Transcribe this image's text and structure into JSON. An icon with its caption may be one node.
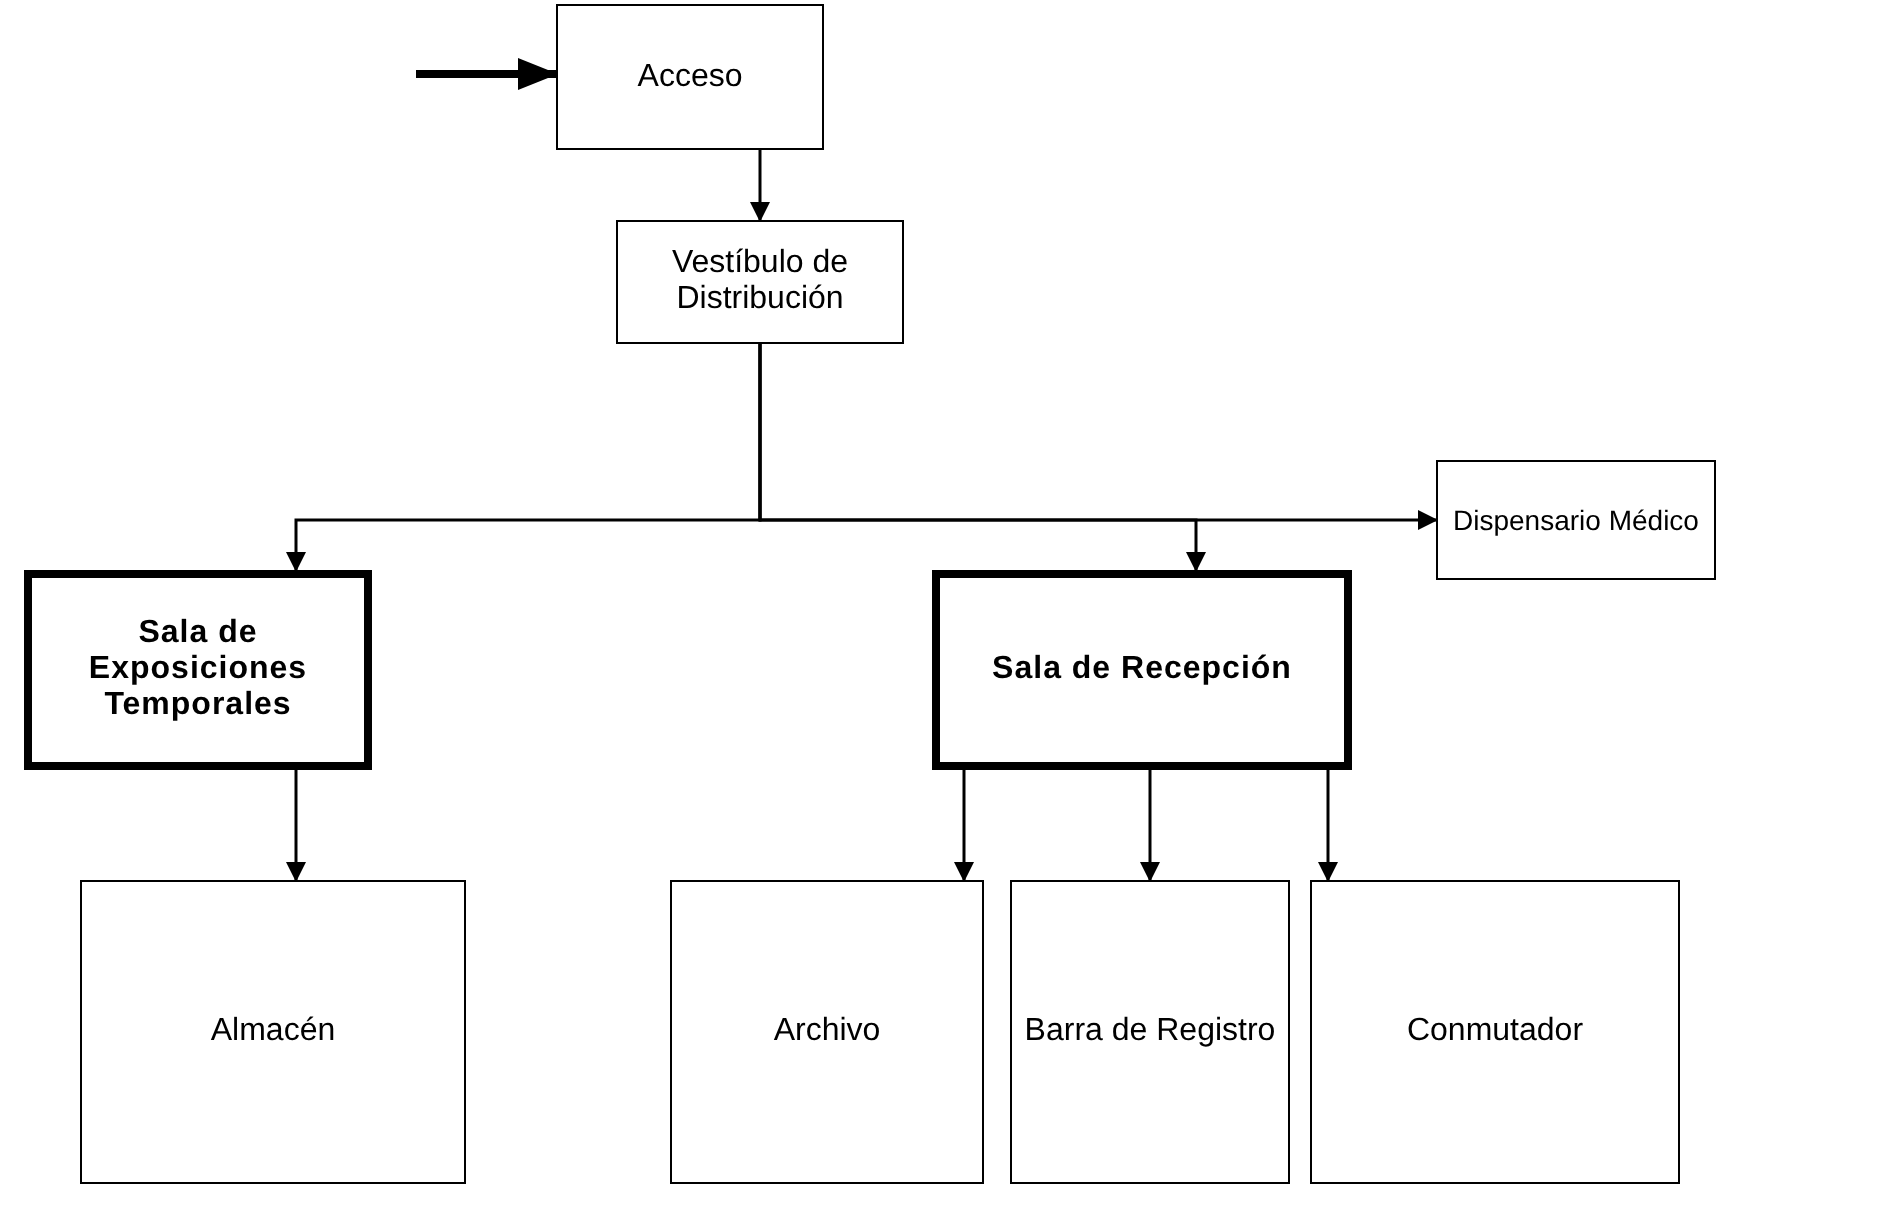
{
  "diagram": {
    "nodes": [
      {
        "text": [
          "Acceso"
        ]
      },
      {
        "text": [
          "Vestíbulo de Distribución"
        ]
      },
      {
        "text": [
          "Dispensario Médico"
        ]
      },
      {
        "text": [
          "Sala de Exposiciones Temporales"
        ]
      },
      {
        "text": [
          "Sala de Recepción"
        ]
      },
      {
        "text": [
          "Almacén"
        ]
      },
      {
        "text": [
          "Archivo"
        ]
      },
      {
        "text": [
          "Barra de Registro"
        ]
      },
      {
        "text": [
          "Conmutador"
        ]
      }
    ],
    "edges": [
      {
        "from": null,
        "to": 0,
        "arrow": "to",
        "style": "thick"
      },
      {
        "from": 0,
        "to": 1,
        "arrow": "to"
      },
      {
        "from": 1,
        "to": 3,
        "arrow": "to"
      },
      {
        "from": 1,
        "to": 4,
        "arrow": "to"
      },
      {
        "from": 1,
        "to": 2,
        "arrow": "to"
      },
      {
        "from": 3,
        "to": 5,
        "arrow": "to"
      },
      {
        "from": 4,
        "to": 6,
        "arrow": "to"
      },
      {
        "from": 4,
        "to": 7,
        "arrow": "to"
      },
      {
        "from": 4,
        "to": 8,
        "arrow": "to"
      }
    ]
  }
}
